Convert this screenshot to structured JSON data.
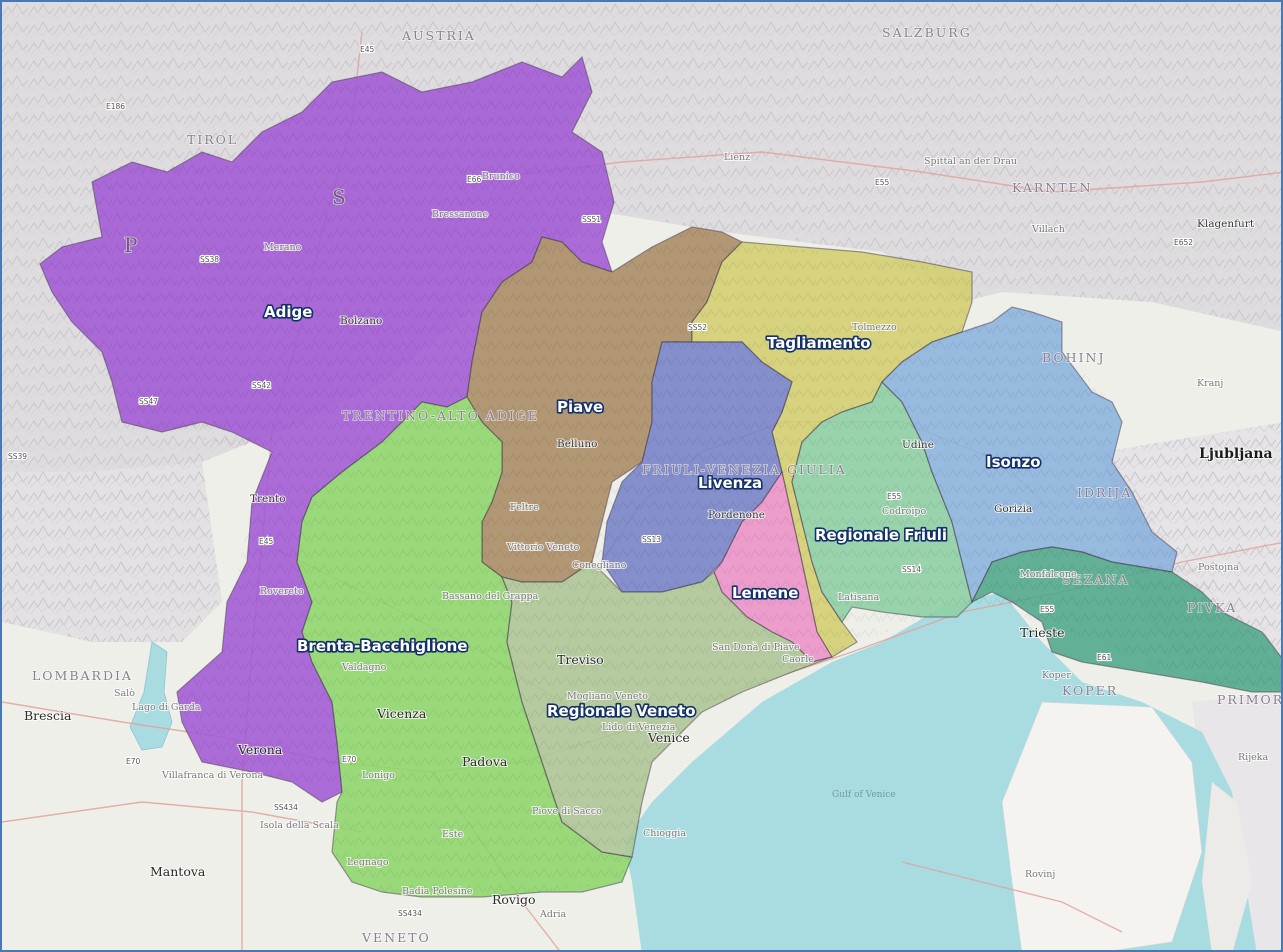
{
  "basins": [
    {
      "id": "adige",
      "name": "Adige",
      "color": "#a25ad6"
    },
    {
      "id": "piave",
      "name": "Piave",
      "color": "#a98c63"
    },
    {
      "id": "tagliamento",
      "name": "Tagliamento",
      "color": "#d4cf6e"
    },
    {
      "id": "livenza",
      "name": "Livenza",
      "color": "#7682c9"
    },
    {
      "id": "isonzo",
      "name": "Isonzo",
      "color": "#8bb3de"
    },
    {
      "id": "regionale-friuli",
      "name": "Regionale Friuli",
      "color": "#8ed0a4"
    },
    {
      "id": "lemene",
      "name": "Lemene",
      "color": "#ec92c8"
    },
    {
      "id": "brenta-bacchiglione",
      "name": "Brenta-Bacchiglione",
      "color": "#8fd66a"
    },
    {
      "id": "regionale-veneto",
      "name": "Regionale Veneto",
      "color": "#aec795"
    },
    {
      "id": "carso",
      "name": "",
      "color": "#4fa88a"
    }
  ],
  "map_colors": {
    "sea": "#a8dce0",
    "land": "#efefea",
    "mountains": "#d9d7d9",
    "roads": "#e0a39d",
    "frame": "#4a78b5",
    "label_outline": "#14306a"
  },
  "places": {
    "austria": "AUSTRIA",
    "salzburg": "SALZBURG",
    "karnten": "KARNTEN",
    "klagenfurt": "Klagenfurt",
    "villach": "Villach",
    "spittal": "Spittal an der Drau",
    "lienz": "Lienz",
    "tirol": "TIROL",
    "bolzano": "Bolzano",
    "merano": "Merano",
    "brunico": "Brunico",
    "bressanone": "Bressanone",
    "trento": "Trento",
    "trentino": "TRENTINO-ALTO ADIGE",
    "rovereto": "Rovereto",
    "belluno": "Belluno",
    "feltre": "Feltre",
    "vittorio": "Vittorio Veneto",
    "conegliano": "Conegliano",
    "pordenone": "Pordenone",
    "friuli_vg": "FRIULI-VENEZIA GIULIA",
    "udine": "Udine",
    "codroipo": "Codroipo",
    "gorizia": "Gorizia",
    "monfalcone": "Monfalcone",
    "trieste": "Trieste",
    "koper": "Koper",
    "koper_region": "KOPER",
    "ljubljana": "Ljubljana",
    "bohinj": "BOHINJ",
    "sezana": "SEZANA",
    "pivka": "PIVKA",
    "idrija": "IDRIJA",
    "kranj": "Kranj",
    "tolmezzo": "Tolmezzo",
    "bassano": "Bassano del Grappa",
    "valdagno": "Valdagno",
    "vicenza": "Vicenza",
    "lonigo": "Lonigo",
    "padova": "Padova",
    "treviso": "Treviso",
    "mogliano": "Mogliano Veneto",
    "san_dona": "San Donà di Piave",
    "venice": "Venice",
    "chioggia": "Chioggia",
    "piove": "Piove di Sacco",
    "rovigo": "Rovigo",
    "adria": "Adria",
    "verona": "Verona",
    "villafranca": "Villafranca di Verona",
    "isola": "Isola della Scala",
    "legnago": "Legnago",
    "mantova": "Mantova",
    "brescia": "Brescia",
    "salo": "Salò",
    "lago_garda": "Lago di Garda",
    "lombardia": "LOMBARDIA",
    "veneto": "VENETO",
    "rijeka": "Rijeka",
    "rovinj": "Rovinj",
    "postojna": "Postojna",
    "primorsko": "PRIMORSKO-GORANSKA ŽUPANIJA",
    "gulf_venice": "Gulf of Venice",
    "lido": "Lido di Venezia",
    "este": "Este",
    "badia": "Badia Polesine",
    "latisana": "Latisana",
    "caorle": "Caorle",
    "letter_s": "S",
    "letter_p": "P"
  },
  "roads": [
    "E45",
    "E66",
    "SS51",
    "SS38",
    "SS42",
    "SS47",
    "SS52",
    "SS13",
    "SS14",
    "E55",
    "E70",
    "E61",
    "E55",
    "E652",
    "SS434",
    "SS434",
    "E70",
    "E45",
    "E186",
    "SS39",
    "E55"
  ]
}
